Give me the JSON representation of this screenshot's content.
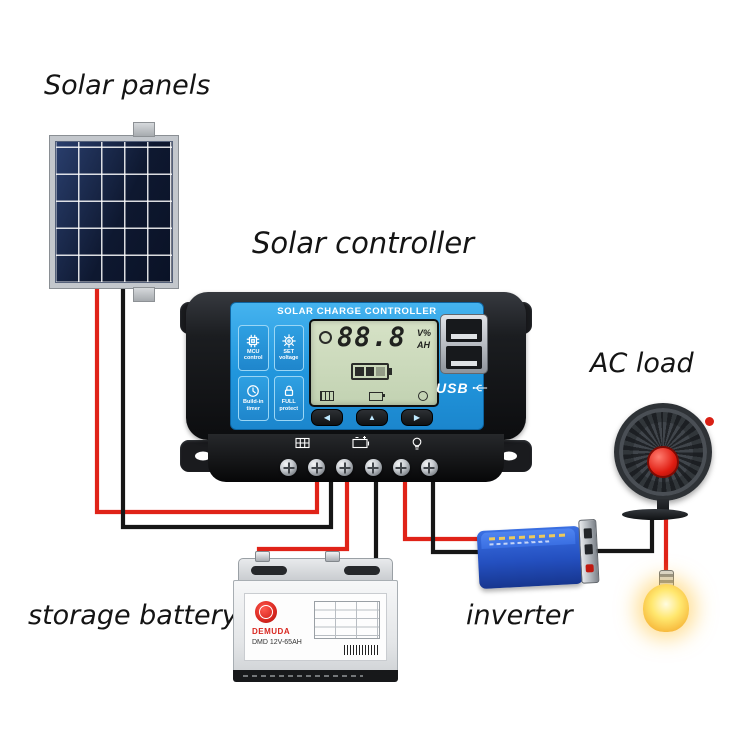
{
  "labels": {
    "solar_panels": "Solar panels",
    "solar_controller": "Solar controller",
    "ac_load": "AC load",
    "storage_battery": "storage battery",
    "inverter": "inverter"
  },
  "controller": {
    "title": "SOLAR CHARGE CONTROLLER",
    "lcd": {
      "value": "88.8",
      "unit_top": "V%",
      "unit_bottom": "AH"
    },
    "features": [
      {
        "label": "MCU control"
      },
      {
        "label": "SET voltage"
      },
      {
        "label": "Build-in timer"
      },
      {
        "label": "FULL protect"
      }
    ],
    "buttons": [
      "◀",
      "▲",
      "▶"
    ],
    "usb_label": "USB"
  },
  "battery": {
    "brand": "DEMUDA",
    "model": "DMD 12V-65AH"
  },
  "colors": {
    "wire_red": "#e02318",
    "wire_black": "#161616"
  }
}
